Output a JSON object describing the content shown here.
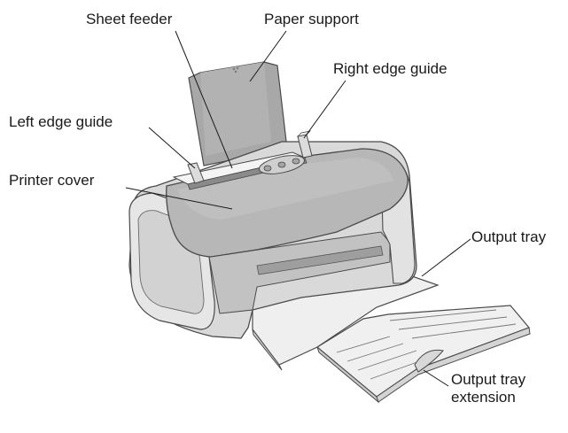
{
  "labels": {
    "sheet_feeder": "Sheet feeder",
    "paper_support": "Paper support",
    "right_edge_guide": "Right edge guide",
    "left_edge_guide": "Left edge guide",
    "printer_cover": "Printer cover",
    "output_tray": "Output tray",
    "output_tray_extension": "Output tray extension"
  },
  "colors": {
    "body_light": "#e4e4e4",
    "body_mid": "#c9c9c9",
    "body_dark": "#a9a9a9",
    "cover": "#b3b3b3",
    "outline": "#4a4a4a",
    "paper": "#f2f2f2"
  }
}
